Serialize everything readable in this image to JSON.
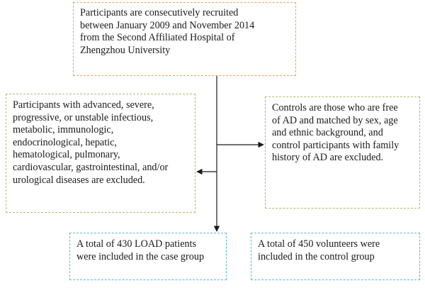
{
  "boxes": {
    "recruit": "Participants are consecutively recruited\nbetween January 2009 and November 2014\nfrom the Second Affiliated Hospital of\nZhengzhou University",
    "exclude": "Participants with advanced, severe,\nprogressive, or unstable infectious,\nmetabolic, immunologic,\nendocrinological, hepatic,\nhematological, pulmonary,\ncardiovascular, gastrointestinal, and/or\nurological diseases are excluded.",
    "controls": "Controls are those who are free\nof AD and matched by sex, age\nand ethnic background, and\ncontrol participants with family\nhistory of AD are excluded.",
    "cases": "A total of 430 LOAD patients\nwere included in the case group",
    "volunteers": "A total of 450 volunteers were\nincluded in the control group"
  },
  "colors": {
    "recruit_border": "#f0a15a",
    "criteria_border": "#b3bb6a",
    "outcome_border": "#5ab8cf",
    "arrow": "#1a1a1a"
  }
}
